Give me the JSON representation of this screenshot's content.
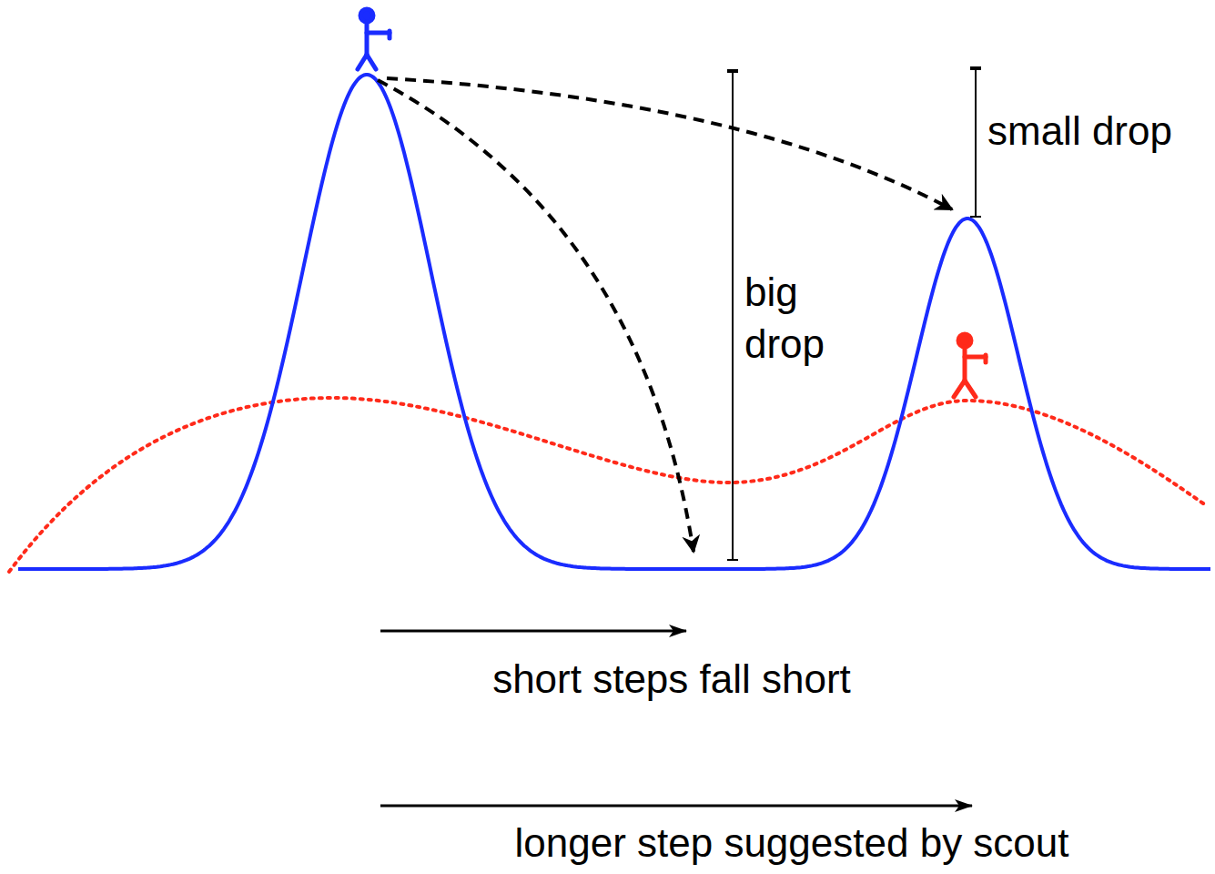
{
  "diagram": {
    "labels": [
      "small drop",
      "big drop",
      "short steps fall short",
      "longer step suggested by scout"
    ]
  }
}
